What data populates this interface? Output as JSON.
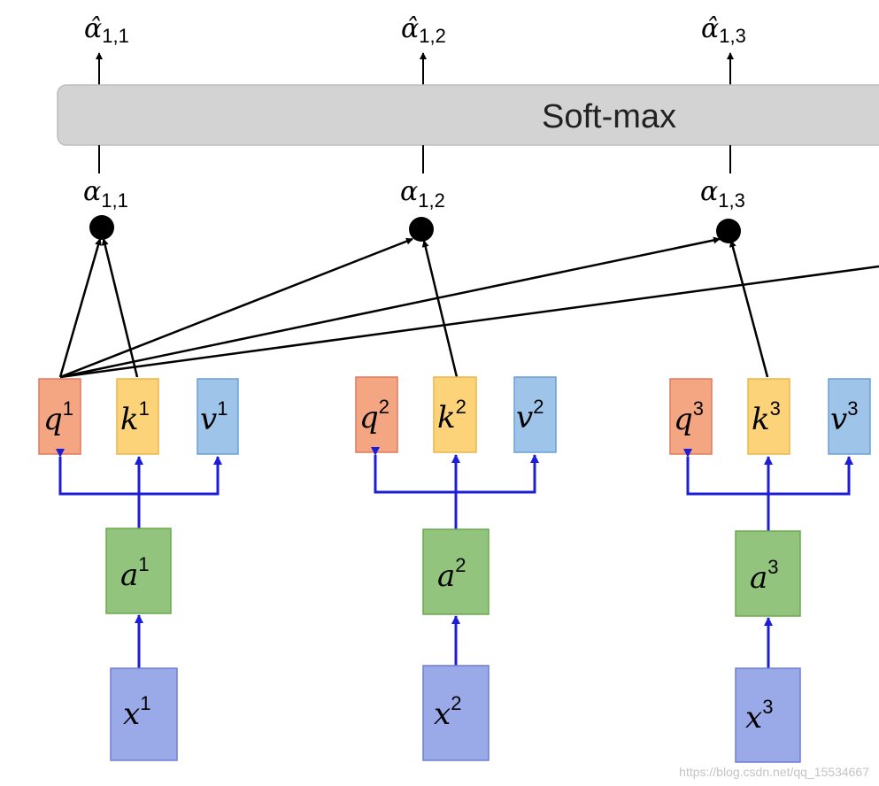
{
  "softmax": {
    "label": "Soft-max",
    "fill": "#d3d3d3",
    "stroke": "#bdbdbd"
  },
  "outputs": [
    {
      "base": "α̂",
      "sub": "1,1"
    },
    {
      "base": "α̂",
      "sub": "1,2"
    },
    {
      "base": "α̂",
      "sub": "1,3"
    }
  ],
  "scores": [
    {
      "base": "α",
      "sub": "1,1"
    },
    {
      "base": "α",
      "sub": "1,2"
    },
    {
      "base": "α",
      "sub": "1,3"
    }
  ],
  "columns": [
    {
      "q": {
        "base": "q",
        "sup": "1"
      },
      "k": {
        "base": "k",
        "sup": "1"
      },
      "v": {
        "base": "v",
        "sup": "1"
      },
      "a": {
        "base": "a",
        "sup": "1"
      },
      "x": {
        "base": "x",
        "sup": "1"
      }
    },
    {
      "q": {
        "base": "q",
        "sup": "2"
      },
      "k": {
        "base": "k",
        "sup": "2"
      },
      "v": {
        "base": "v",
        "sup": "2"
      },
      "a": {
        "base": "a",
        "sup": "2"
      },
      "x": {
        "base": "x",
        "sup": "2"
      }
    },
    {
      "q": {
        "base": "q",
        "sup": "3"
      },
      "k": {
        "base": "k",
        "sup": "3"
      },
      "v": {
        "base": "v",
        "sup": "3"
      },
      "a": {
        "base": "a",
        "sup": "3"
      },
      "x": {
        "base": "x",
        "sup": "3"
      }
    }
  ],
  "colors": {
    "q_fill": "#f4a582",
    "q_stroke": "#e07a5f",
    "k_fill": "#fdd37a",
    "k_stroke": "#e8b84a",
    "v_fill": "#9ec4ea",
    "v_stroke": "#6b9fd3",
    "a_fill": "#93c47d",
    "a_stroke": "#6aa84f",
    "x_fill": "#9aa9e8",
    "x_stroke": "#6f7fd0",
    "blue_arrow": "#1c1cd9",
    "black": "#000000",
    "watermark": "#bfbfbf"
  },
  "watermark": "https://blog.csdn.net/qq_15534667"
}
